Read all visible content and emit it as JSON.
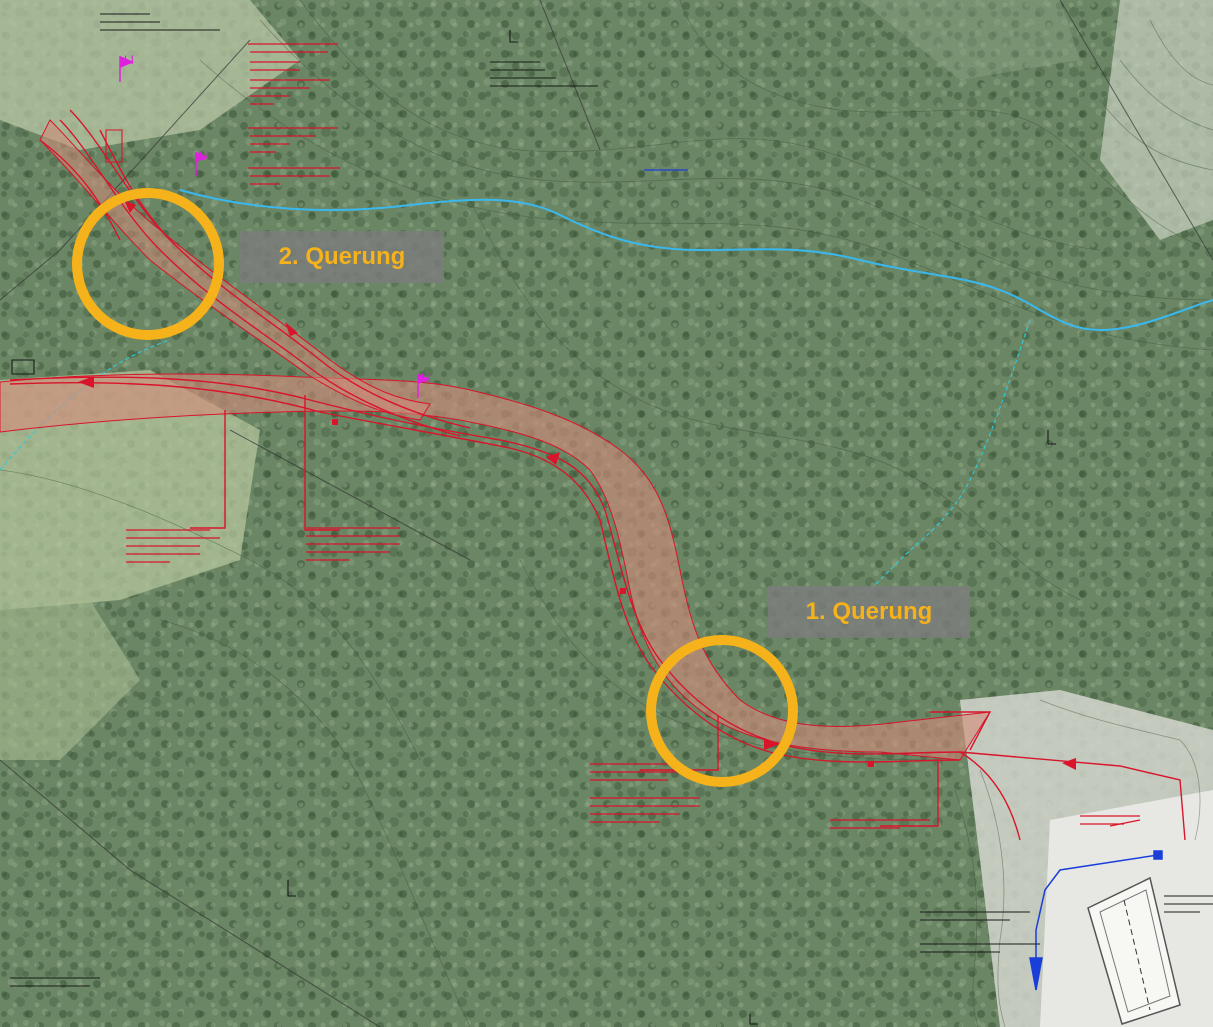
{
  "crossings": [
    {
      "label": "1. Querung"
    },
    {
      "label": "2. Querung"
    }
  ],
  "colors": {
    "highlight_ring": "#f5b21a",
    "callout_bg": "#7d7d7d",
    "callout_text": "#f5b21a",
    "route_line": "#d9142b",
    "route_band": "#d58a7a",
    "stream": "#3ab8ee",
    "pipeline": "#1a3ed9",
    "survey_marker": "#e020e0",
    "forest_dark": "#53714f",
    "meadow": "#bcc9a2"
  },
  "icons": {
    "highlight": "ring",
    "flow": "arrowhead",
    "survey": "flag-marker"
  }
}
